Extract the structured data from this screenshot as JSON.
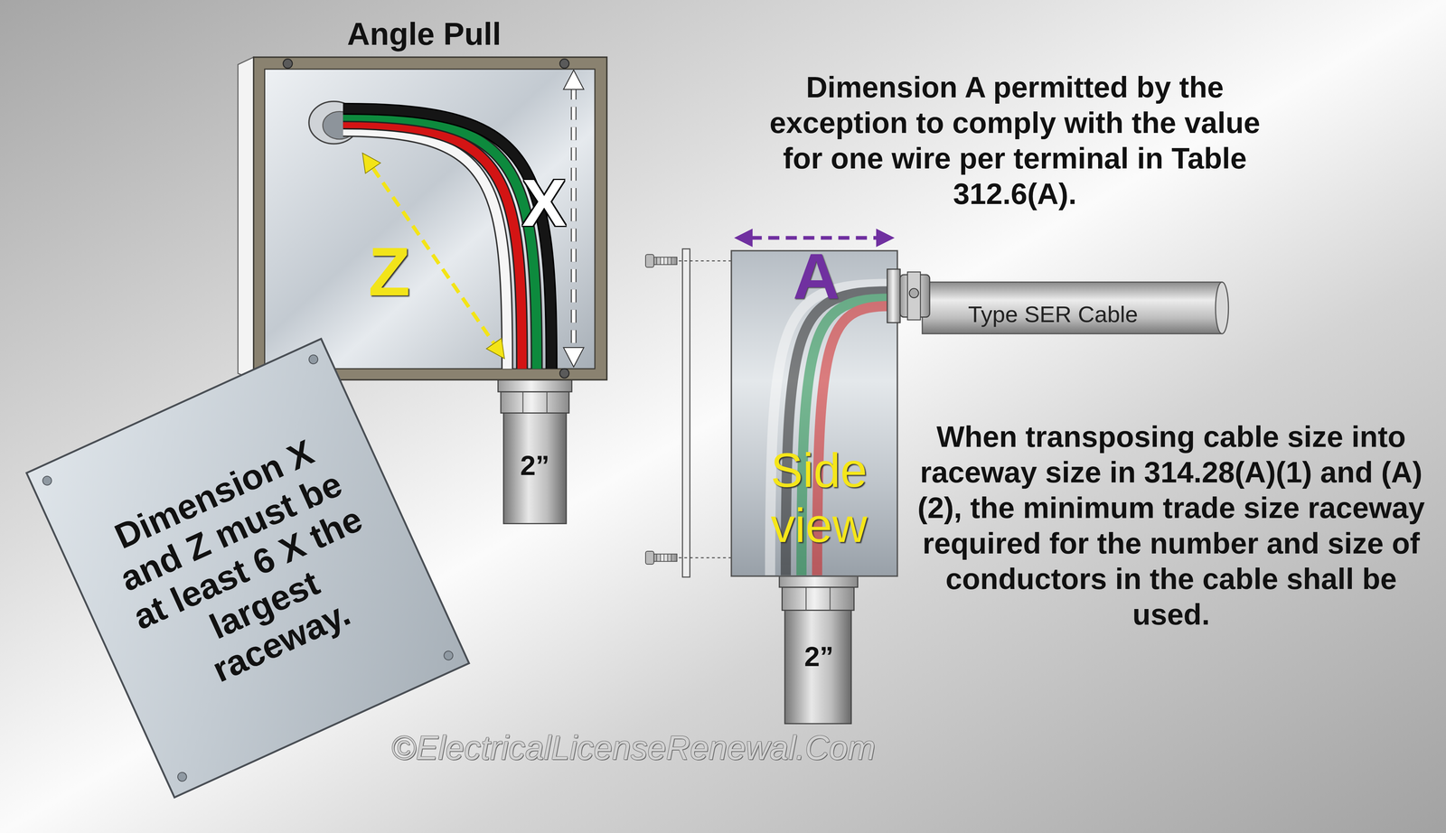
{
  "diagram": {
    "nodes": [
      {
        "text": [
          "Dimension X and Z must be at least 6 X the largest raceway."
        ]
      }
    ],
    "labels": [
      "Angle Pull",
      "X",
      "Z",
      "2”",
      "Dimension A permitted by the exception to comply with the value for one wire per terminal in Table 312.6(A).",
      "A",
      "Type SER Cable",
      "Side view",
      "2”",
      "When transposing cable size into raceway size in 314.28(A)(1) and (A)(2), the minimum trade size raceway required for the number and size of conductors in the cable shall be used.",
      "©ElectricalLicenseRenewal.Com"
    ]
  }
}
